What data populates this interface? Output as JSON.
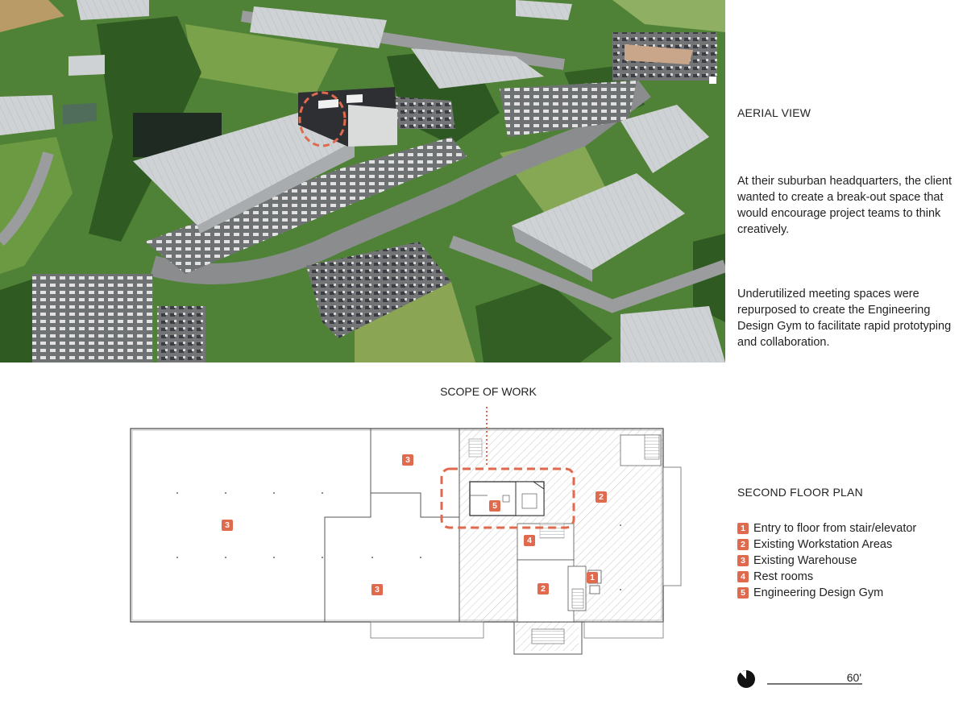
{
  "aerial": {
    "heading": "AERIAL VIEW",
    "paragraph1": "At their suburban headquarters, the client wanted to create a break-out space that would encourage project teams to think creatively.",
    "paragraph2": "Underutilized meeting spaces were repurposed to create the Engineering Design Gym to facilitate rapid prototyping and collaboration."
  },
  "plan": {
    "scope_label": "SCOPE OF WORK",
    "heading": "SECOND FLOOR PLAN",
    "legend": [
      {
        "number": "1",
        "text": "Entry to floor from stair/elevator"
      },
      {
        "number": "2",
        "text": "Existing Workstation Areas"
      },
      {
        "number": "3",
        "text": "Existing Warehouse"
      },
      {
        "number": "4",
        "text": "Rest rooms"
      },
      {
        "number": "5",
        "text": "Engineering Design Gym"
      }
    ],
    "scale_label": "60'"
  },
  "colors": {
    "accent": "#e06a4e",
    "grass": "#5b8f3e",
    "roof": "#c9ccce",
    "asphalt": "#8a8c8d"
  }
}
